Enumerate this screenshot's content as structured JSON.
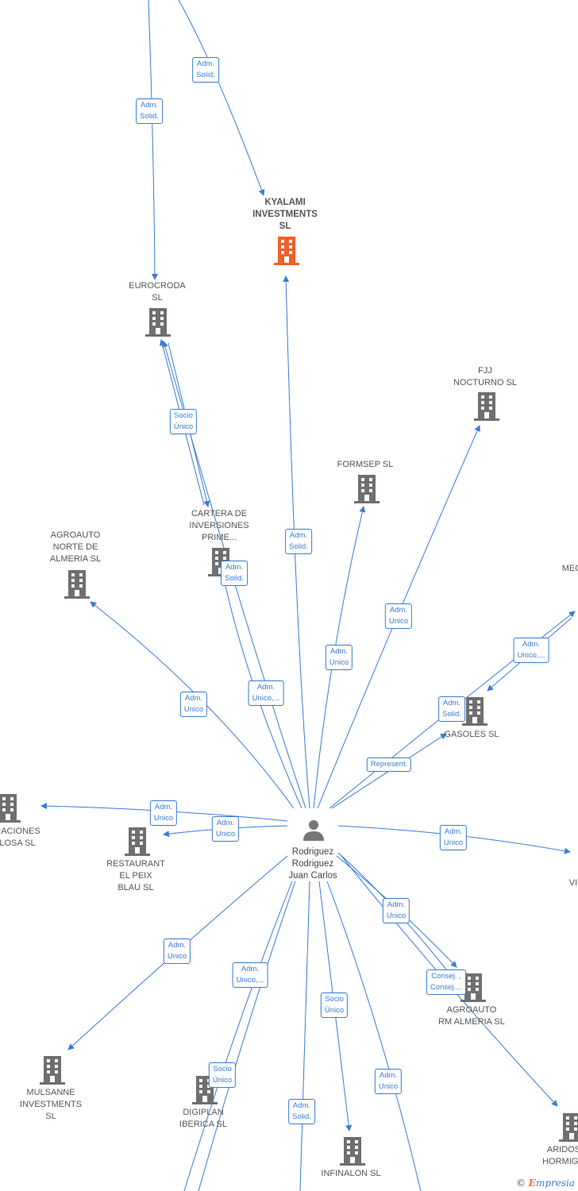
{
  "person": {
    "label": "Rodriguez\nRodriguez\nJuan Carlos"
  },
  "nodes": {
    "kyalami": "KYALAMI\nINVESTMENTS\nSL",
    "eurocroda": "EUROCRODA\nSL",
    "fjj": "FJJ\nNOCTURNO  SL",
    "formsep": "FORMSEP  SL",
    "cartera": "CARTERA DE\nINVERSIONES\nPRIME...",
    "agroauto_norte": "AGROAUTO\nNORTE DE\nALMERIA SL",
    "mec": "MEC",
    "gasoles": "GASOLES SL",
    "raciones": "RACIONES\nLOSA  SL",
    "restaurant": "RESTAURANT\nEL PEIX\nBLAU SL",
    "vi": "VI",
    "agroauto_rm": "AGROAUTO\nRM ALMERIA  SL",
    "mulsanne": "MULSANNE\nINVESTMENTS\nSL",
    "digiplan": "DIGIPLAN\nIBERICA  SL",
    "infinalon": "INFINALON SL",
    "aridos": "ARIDOS\nHORMIGO"
  },
  "edge_labels": {
    "e1": "Adm.\nSolid.",
    "e2": "Adm.\nSolid.",
    "e3": "Socio\nÚnico",
    "e4": "Adm.\nSolid.",
    "e5": "Adm.\nSolid.",
    "e6": "Adm.\nUnico",
    "e7": "Adm.\nUnico",
    "e8": "Adm.\nUnico,...",
    "e9": "Adm.\nUnico",
    "e10": "Adm.\nUnico,...",
    "e11": "Adm.\nSolid.",
    "e12": "Represent.",
    "e13": "Adm.\nUnico",
    "e14": "Adm.\nUnico",
    "e15": "Adm.\nUnico",
    "e16": "Adm.\nUnico",
    "e17": "Consej. ,\nConsej....",
    "e18": "Adm.\nUnico",
    "e19": "Adm.\nUnico,...",
    "e20": "Socio\nÚnico",
    "e21": "Socio\nÚnico",
    "e22": "Adm.\nSolid.",
    "e23": "Adm.\nUnico"
  },
  "colors": {
    "edge": "#3a7bd5",
    "building": "#6f6f6f",
    "highlight": "#f0602a"
  },
  "icons": {
    "company": "building-icon",
    "person": "person-icon"
  },
  "brand": {
    "copyright": "©",
    "initial": "E",
    "name": "mpresia"
  }
}
